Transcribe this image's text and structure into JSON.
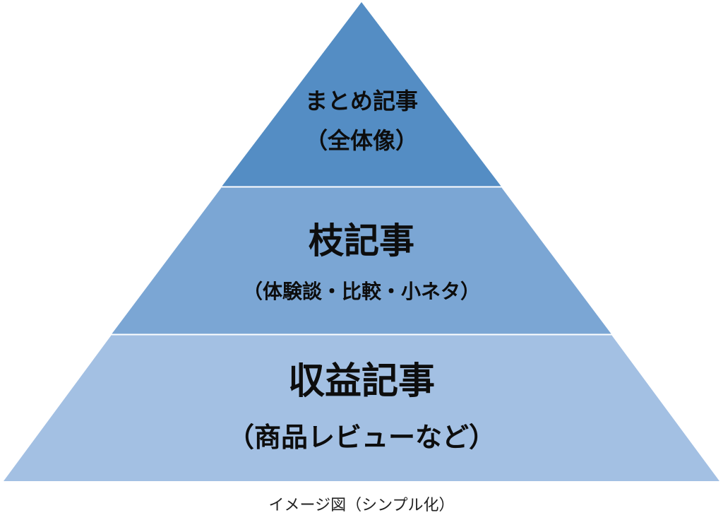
{
  "diagram": {
    "tiers": [
      {
        "id": "top",
        "title": "まとめ記事",
        "subtitle": "（全体像）",
        "fill": "#548DC4"
      },
      {
        "id": "middle",
        "title": "枝記事",
        "subtitle": "（体験談・比較・小ネタ）",
        "fill": "#7BA6D4"
      },
      {
        "id": "bottom",
        "title": "収益記事",
        "subtitle": "（商品レビューなど）",
        "fill": "#A3C0E3"
      }
    ],
    "caption": "イメージ図（シンプル化）",
    "separator_color": "#ffffff"
  }
}
